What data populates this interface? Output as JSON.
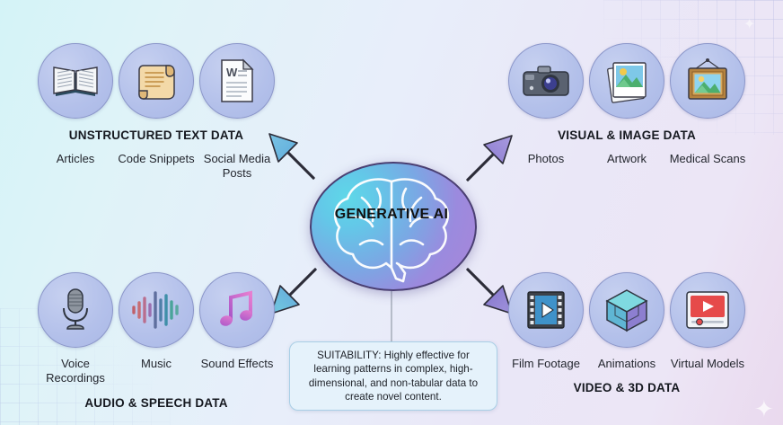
{
  "hub": {
    "label": "GENERATIVE AI",
    "icon": "brain-icon"
  },
  "caption": "SUITABILITY: Highly effective for learning patterns in complex, high-dimensional, and non-tabular data to create novel content.",
  "colors": {
    "arrow_left": "#5aa8dd",
    "arrow_right": "#8b7ad4",
    "hub_gradient_start": "#5fd8e8",
    "hub_gradient_end": "#ab86d8",
    "circle_fill": "#b3c0ea",
    "caption_bg": "#e5f2fb"
  },
  "groups": [
    {
      "id": "text",
      "title": "UNSTRUCTURED TEXT DATA",
      "items": [
        {
          "label": "Articles",
          "icon": "open-book-icon"
        },
        {
          "label": "Code Snippets",
          "icon": "scroll-icon"
        },
        {
          "label": "Social Media Posts",
          "icon": "word-document-icon"
        }
      ]
    },
    {
      "id": "visual",
      "title": "VISUAL & IMAGE DATA",
      "items": [
        {
          "label": "Photos",
          "icon": "camera-icon"
        },
        {
          "label": "Artwork",
          "icon": "photo-stack-icon"
        },
        {
          "label": "Medical Scans",
          "icon": "framed-picture-icon"
        }
      ]
    },
    {
      "id": "audio",
      "title": "AUDIO & SPEECH DATA",
      "items": [
        {
          "label": "Voice Recordings",
          "icon": "microphone-icon"
        },
        {
          "label": "Music",
          "icon": "waveform-icon"
        },
        {
          "label": "Sound Effects",
          "icon": "music-notes-icon"
        }
      ]
    },
    {
      "id": "video",
      "title": "VIDEO & 3D DATA",
      "items": [
        {
          "label": "Film Footage",
          "icon": "film-strip-icon"
        },
        {
          "label": "Animations",
          "icon": "3d-cube-icon"
        },
        {
          "label": "Virtual Models",
          "icon": "video-player-icon"
        }
      ]
    }
  ]
}
